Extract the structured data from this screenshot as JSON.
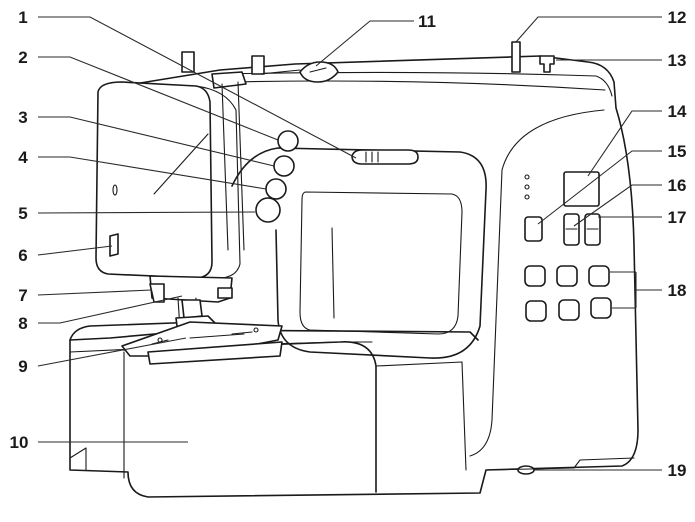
{
  "diagram": {
    "callouts": [
      {
        "id": 1,
        "label": "1"
      },
      {
        "id": 2,
        "label": "2"
      },
      {
        "id": 3,
        "label": "3"
      },
      {
        "id": 4,
        "label": "4"
      },
      {
        "id": 5,
        "label": "5"
      },
      {
        "id": 6,
        "label": "6"
      },
      {
        "id": 7,
        "label": "7"
      },
      {
        "id": 8,
        "label": "8"
      },
      {
        "id": 9,
        "label": "9"
      },
      {
        "id": 10,
        "label": "10"
      },
      {
        "id": 11,
        "label": "11"
      },
      {
        "id": 12,
        "label": "12"
      },
      {
        "id": 13,
        "label": "13"
      },
      {
        "id": 14,
        "label": "14"
      },
      {
        "id": 15,
        "label": "15"
      },
      {
        "id": 16,
        "label": "16"
      },
      {
        "id": 17,
        "label": "17"
      },
      {
        "id": 18,
        "label": "18"
      },
      {
        "id": 19,
        "label": "19"
      }
    ],
    "colors": {
      "line": "#1a1a1a",
      "background": "#ffffff"
    }
  }
}
